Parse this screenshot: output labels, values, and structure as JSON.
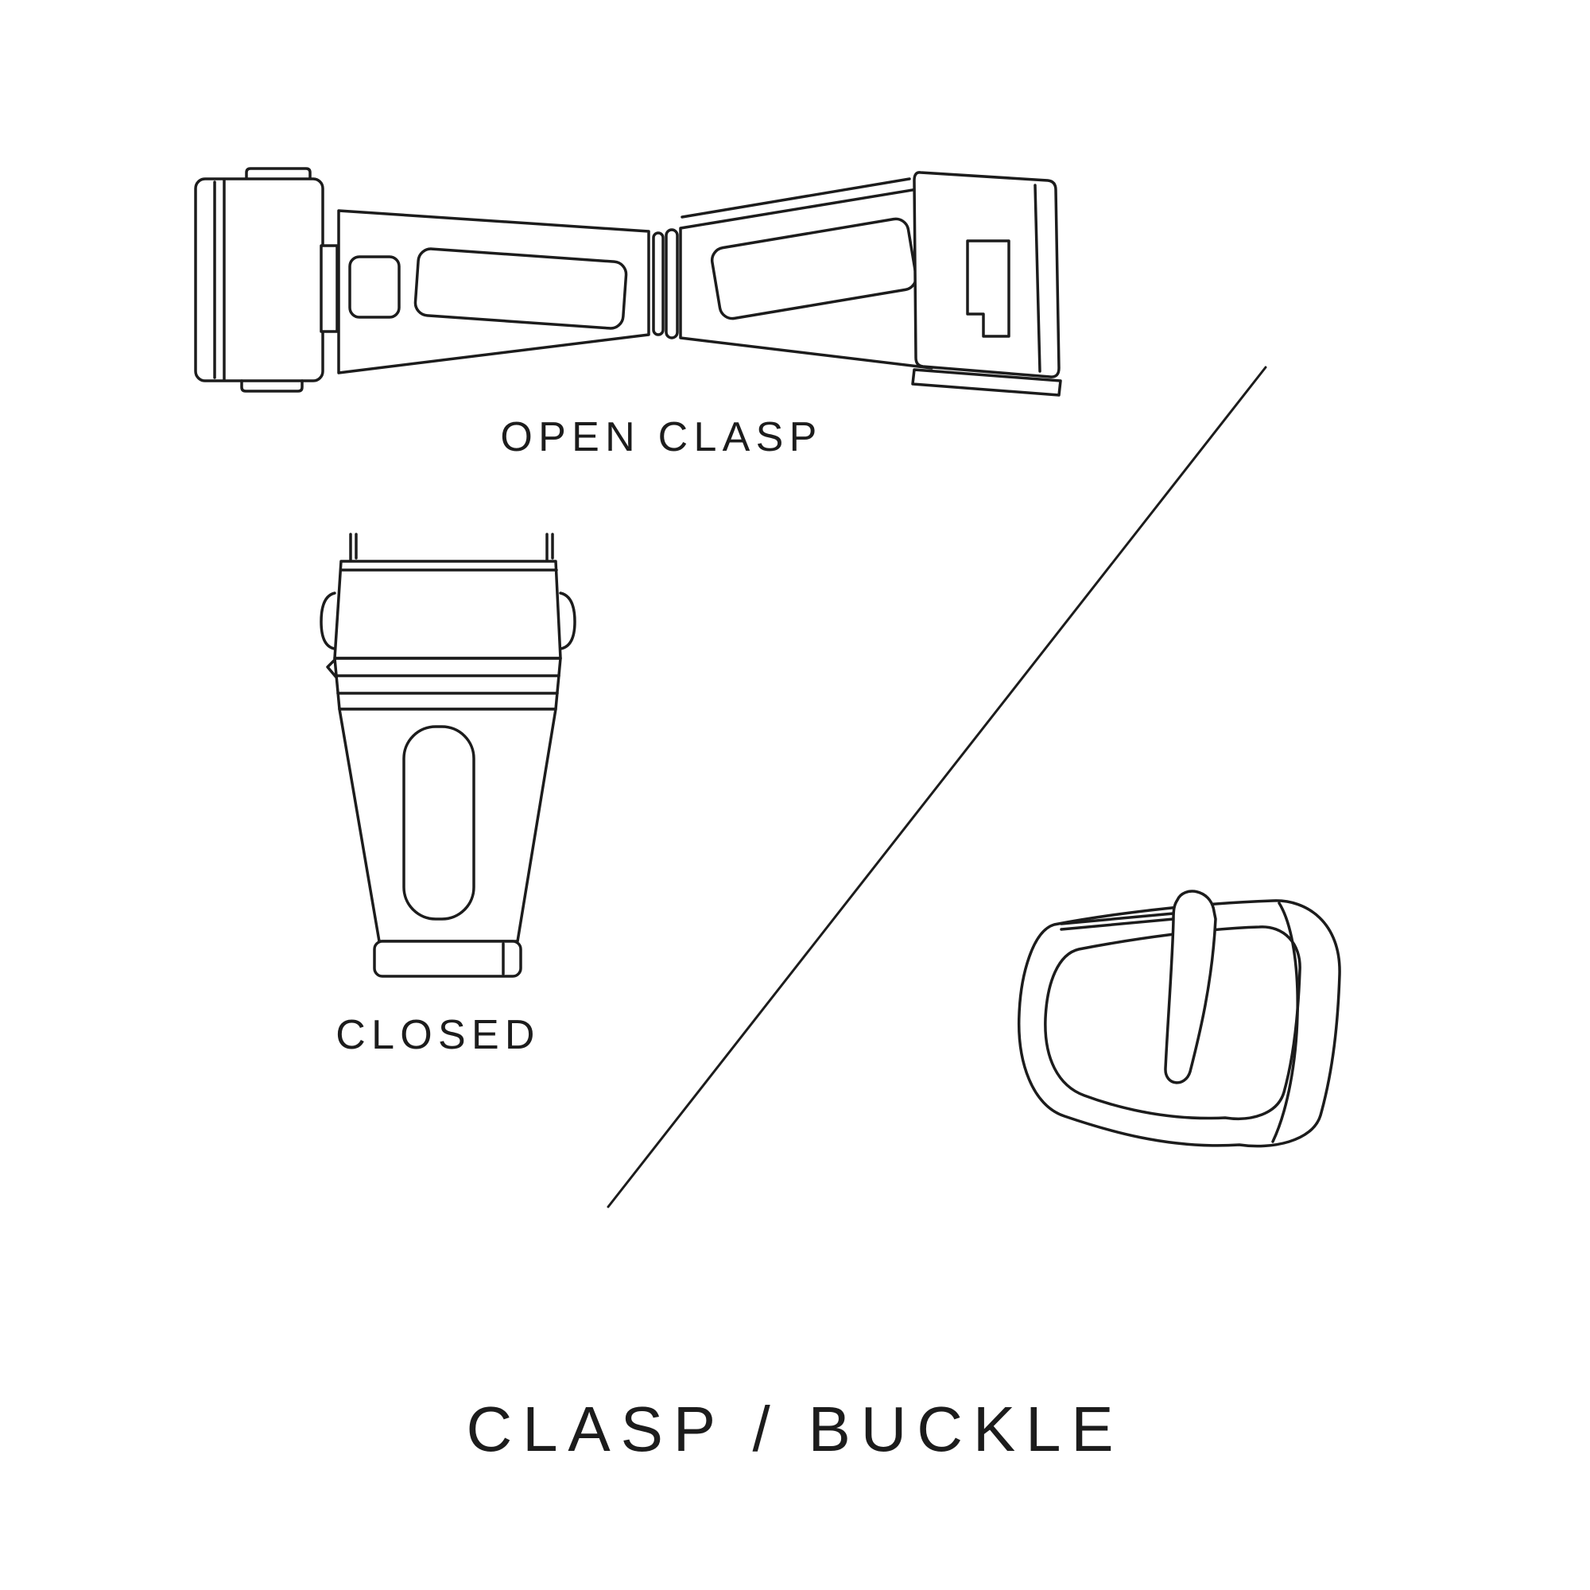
{
  "title": "CLASP / BUCKLE",
  "labels": {
    "open_clasp": "OPEN CLASP",
    "closed": "CLOSED"
  },
  "illustrations": {
    "open_clasp": "open-deployant-clasp-line-drawing",
    "closed_clasp": "closed-clasp-line-drawing",
    "buckle": "pin-buckle-line-drawing",
    "divider": "diagonal-divider-line"
  },
  "colors": {
    "background": "#ffffff",
    "line": "#1c1c1c",
    "text": "#1c1c1c"
  }
}
